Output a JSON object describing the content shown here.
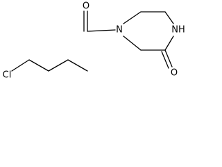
{
  "molecule": {
    "atoms": {
      "chlorine": "Cl",
      "ketone_oxygen": "O",
      "ring_nitrogen_acyl": "N",
      "ring_nitrogen_amide": "NH",
      "lactam_oxygen": "O"
    }
  }
}
